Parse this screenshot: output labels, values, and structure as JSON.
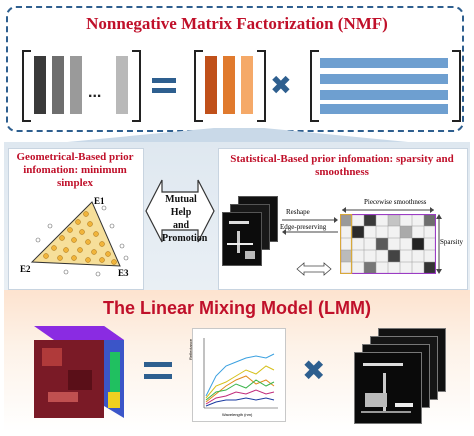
{
  "nmf": {
    "title": "Nonnegative Matrix Factorization (NMF)",
    "ellipsis": "...",
    "equals": "=",
    "times": "✖",
    "colors": {
      "gray_bars": [
        "#3a3a3a",
        "#6e6e6e",
        "#9a9a9a",
        "#b9b9b9"
      ],
      "orange_bars": [
        "#c0501a",
        "#e07a2e",
        "#f5a968"
      ],
      "blue_rows": "#6e9fd0"
    }
  },
  "left_panel": {
    "heading": "Geometrical-Based prior infomation: minimum simplex",
    "vertex_labels": [
      "E1",
      "E2",
      "E3"
    ]
  },
  "middle_panel": {
    "label": "Mutual Help and Promotion"
  },
  "right_panel": {
    "heading": "Statistical-Based prior infomation: sparsity and smoothness",
    "piecewise_label": "Piecewise smoothness",
    "reshape_label": "Reshape",
    "edge_label": "Edge-preserving",
    "sparsity_label": "Sparsity"
  },
  "lmm": {
    "title": "The Linear Mixing Model (LMM)",
    "equals": "=",
    "times": "✖",
    "plot_ylabel": "Reflectance",
    "plot_xlabel": "Wavelength (nm)"
  }
}
